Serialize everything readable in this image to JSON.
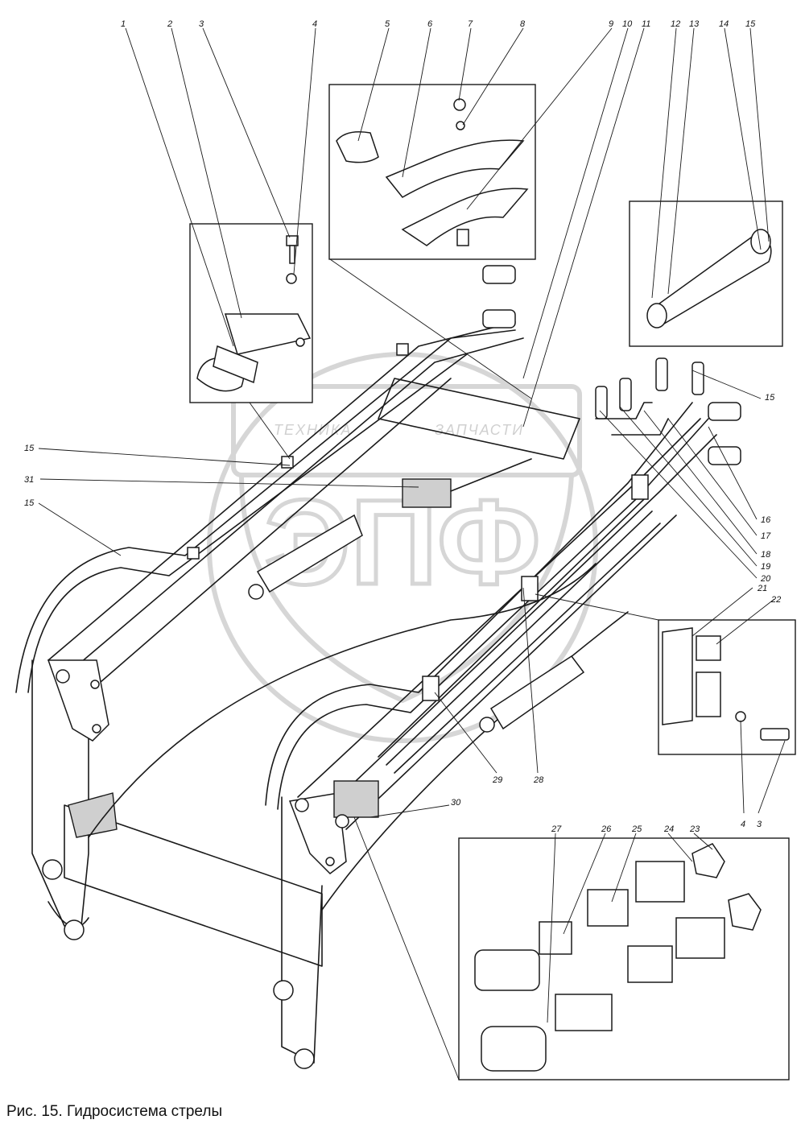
{
  "figure": {
    "caption": "Рис. 15. Гидросистема стрелы"
  },
  "watermark": {
    "left_text": "ТЕХНИКА",
    "right_text": "ЗАПЧАСТИ",
    "logo_letters": "ЭПФ"
  },
  "callouts": {
    "top": [
      "1",
      "2",
      "3",
      "4",
      "5",
      "6",
      "7",
      "8",
      "9",
      "10",
      "11",
      "12",
      "13",
      "14",
      "15"
    ],
    "left": [
      "15",
      "31",
      "15"
    ],
    "right": [
      "15",
      "16",
      "17",
      "18",
      "19",
      "20",
      "21",
      "22",
      "4",
      "3"
    ],
    "bottom": [
      "30",
      "29",
      "28",
      "27",
      "26",
      "25",
      "24",
      "23"
    ]
  }
}
